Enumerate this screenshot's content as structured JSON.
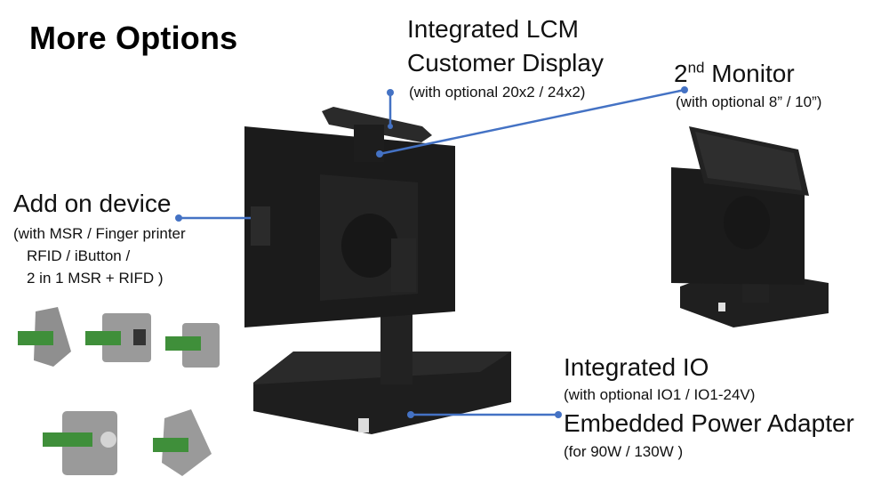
{
  "title": "More Options",
  "lcm": {
    "line1": "Integrated LCM",
    "line2": "Customer Display",
    "note": "(with optional 20x2 / 24x2)"
  },
  "monitor2": {
    "base": "2",
    "sup": "nd",
    "rest": " Monitor",
    "note": "(with optional 8” / 10”)"
  },
  "addon": {
    "heading": "Add on device",
    "notes": [
      "(with MSR / Finger printer",
      "RFID / iButton /",
      "2 in 1 MSR + RIFD )"
    ]
  },
  "io": {
    "heading": "Integrated IO",
    "note": "(with optional IO1 / IO1-24V)"
  },
  "power": {
    "heading": "Embedded Power Adapter",
    "note": "(for 90W / 130W )"
  },
  "colors": {
    "leader": "#4472c4",
    "device": "#1c1c1c",
    "module_green": "#3f8f3a",
    "module_grey": "#9a9a9a"
  }
}
